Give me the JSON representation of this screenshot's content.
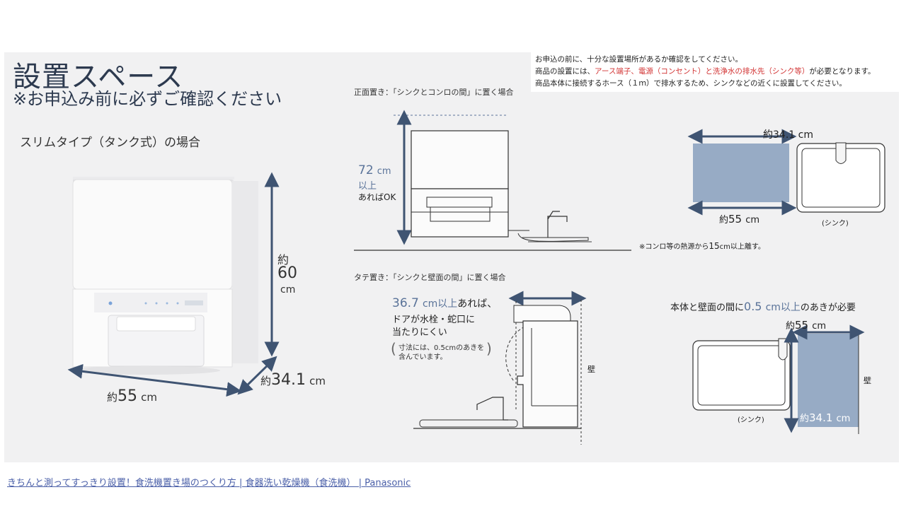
{
  "title": "設置スペース",
  "subtitle": "※お申込み前に必ずご確認ください",
  "slim_type_label": "スリムタイプ（タンク式）の場合",
  "notice": {
    "line1": "お申込の前に、十分な設置場所があるか確認をしてください。",
    "line2_a": "商品の設置には、",
    "line2_red": "アース端子、電源（コンセント）と洗浄水の排水先（シンク等）",
    "line2_b": "が必要となります。",
    "line3": "商品本体に接続するホース（１ｍ）で排水するため、シンクなどの近くに設置してください。"
  },
  "main_dims": {
    "height_prefix": "約",
    "height_value": "60",
    "height_unit": "cm",
    "width_prefix": "約",
    "width_value": "55",
    "width_unit": "cm",
    "depth_prefix": "約",
    "depth_value": "34.1",
    "depth_unit": "cm"
  },
  "front": {
    "caption": "正面置き：「シンクとコンロの間」に置く場合",
    "height_value": "72",
    "height_unit": "cm",
    "height_more": "以上",
    "height_ok": "あればOK",
    "top_dim": "約34.1 cm",
    "bottom_dim_prefix": "約",
    "bottom_dim_value": "55",
    "bottom_dim_unit": "cm",
    "sink_label": "(シンク)",
    "note_a": "※コンロ等の熱源から",
    "note_value": "15",
    "note_b": "cm以上離す。"
  },
  "vertical": {
    "caption": "タテ置き：「シンクと壁面の間」に置く場合",
    "clear_value": "36.7",
    "clear_unit": "cm以上",
    "clear_text": "あれば、",
    "door_line1": "ドアが水栓・蛇口に",
    "door_line2": "当たりにくい",
    "paren_line1": "寸法には、0.5cmのあきを",
    "paren_line2": "含んでいます。",
    "wall": "壁",
    "gap_text_a": "本体と壁面の間に",
    "gap_value": "0.5",
    "gap_unit": "cm以上",
    "gap_text_b": "のあきが必要",
    "top_dim_prefix": "約",
    "top_dim_value": "55",
    "top_dim_unit": "cm",
    "side_dim_prefix": "約",
    "side_dim_value": "34.1",
    "side_dim_unit": "cm",
    "sink_label": "(シンク)",
    "wall2": "壁"
  },
  "footer_link": "きちんと測ってすっきり設置！食洗機置き場のつくり方 | 食器洗い乾燥機（食洗機） | Panasonic"
}
